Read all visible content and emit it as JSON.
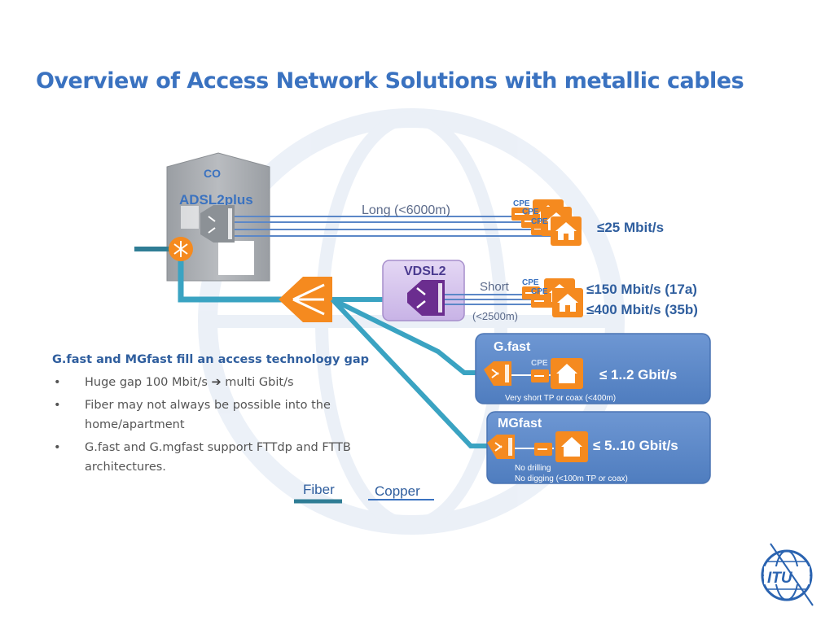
{
  "slide": {
    "title": "Overview of Access Network Solutions with metallic cables"
  },
  "diagram": {
    "co_label": "CO",
    "adsl_label": "ADSL2plus",
    "long_label": "Long (<6000m)",
    "cpe_label": "CPE",
    "adsl_speed": "≤25 Mbit/s",
    "vdsl_label": "VDSL2",
    "short_label": "Short",
    "short_distance": "(<2500m)",
    "vdsl_speed_1": "≤150 Mbit/s (17a)",
    "vdsl_speed_2": "≤400 Mbit/s (35b)",
    "gfast_title": "G.fast",
    "gfast_speed": "≤ 1..2 Gbit/s",
    "gfast_note": "Very short TP or coax (<400m)",
    "mgfast_title": "MGfast",
    "mgfast_speed": "≤ 5..10 Gbit/s",
    "mgfast_note_1": "No drilling",
    "mgfast_note_2": "No digging (<100m TP or coax)"
  },
  "colors": {
    "title": "#3a72c0",
    "fiber": "#3aa3c2",
    "fiber_dark": "#2f7d95",
    "orange": "#f58a1f",
    "box_blue": "#5b87c7",
    "vdsl_purple": "#d7c6ef",
    "vdsl_node": "#6b2d8f"
  },
  "icons": [
    "co-building-icon",
    "dslam-icon",
    "splitter-icon",
    "house-icon",
    "cpe-icon",
    "itu-logo-icon"
  ],
  "bullets": {
    "heading": "G.fast and MGfast fill an access technology gap",
    "item1_pre": "Huge gap 100 Mbit/s",
    "item1_arrow": "➔",
    "item1_post": "multi Gbit/s",
    "item2": "Fiber may not always be possible into the home/apartment",
    "item3": "G.fast and G.mgfast support FTTdp and FTTB architectures."
  },
  "legend": {
    "fiber": "Fiber",
    "copper": "Copper"
  },
  "logo": {
    "text": "ITU"
  }
}
